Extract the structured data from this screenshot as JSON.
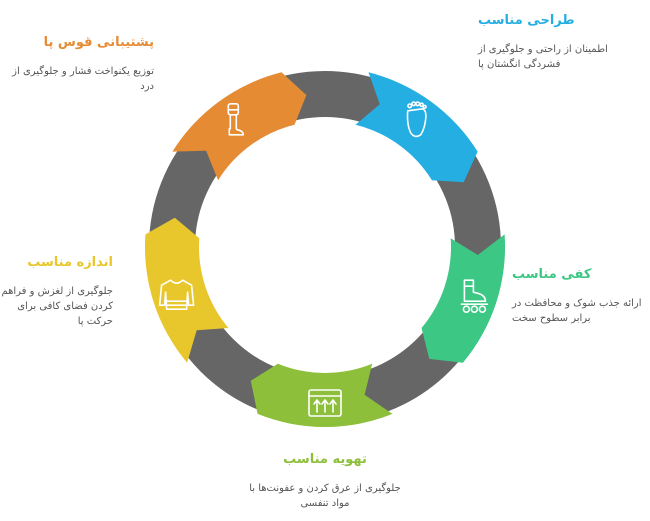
{
  "colors": {
    "ring": "#666666",
    "orange": "#E48B34",
    "blue": "#25AEE2",
    "green": "#3CC784",
    "lime": "#8DBF3B",
    "yellow": "#E8C72C",
    "icon_stroke": "#ffffff"
  },
  "segments": [
    {
      "id": "tl",
      "color_key": "orange",
      "icon": "prosthetic-leg-icon",
      "title": "پشتیبانی قوس پا",
      "description": "توزیع یکنواخت فشار و جلوگیری از درد"
    },
    {
      "id": "tr",
      "color_key": "blue",
      "icon": "foot-sole-icon",
      "title": "طراحی مناسب",
      "description": "اطمینان از راحتی و جلوگیری از فشردگی انگشتان پا"
    },
    {
      "id": "r",
      "color_key": "green",
      "icon": "roller-skate-icon",
      "title": "کفی مناسب",
      "description": "ارائه جذب شوک و محافظت در برابر سطوح سخت"
    },
    {
      "id": "b",
      "color_key": "lime",
      "icon": "ventilation-icon",
      "title": "تهویه مناسب",
      "description": "جلوگیری از عرق کردن و عفونت‌ها با مواد تنفسی"
    },
    {
      "id": "l",
      "color_key": "yellow",
      "icon": "sweater-icon",
      "title": "اندازه مناسب",
      "description": "جلوگیری از لغزش و فراهم کردن فضای کافی برای حرکت پا"
    }
  ]
}
